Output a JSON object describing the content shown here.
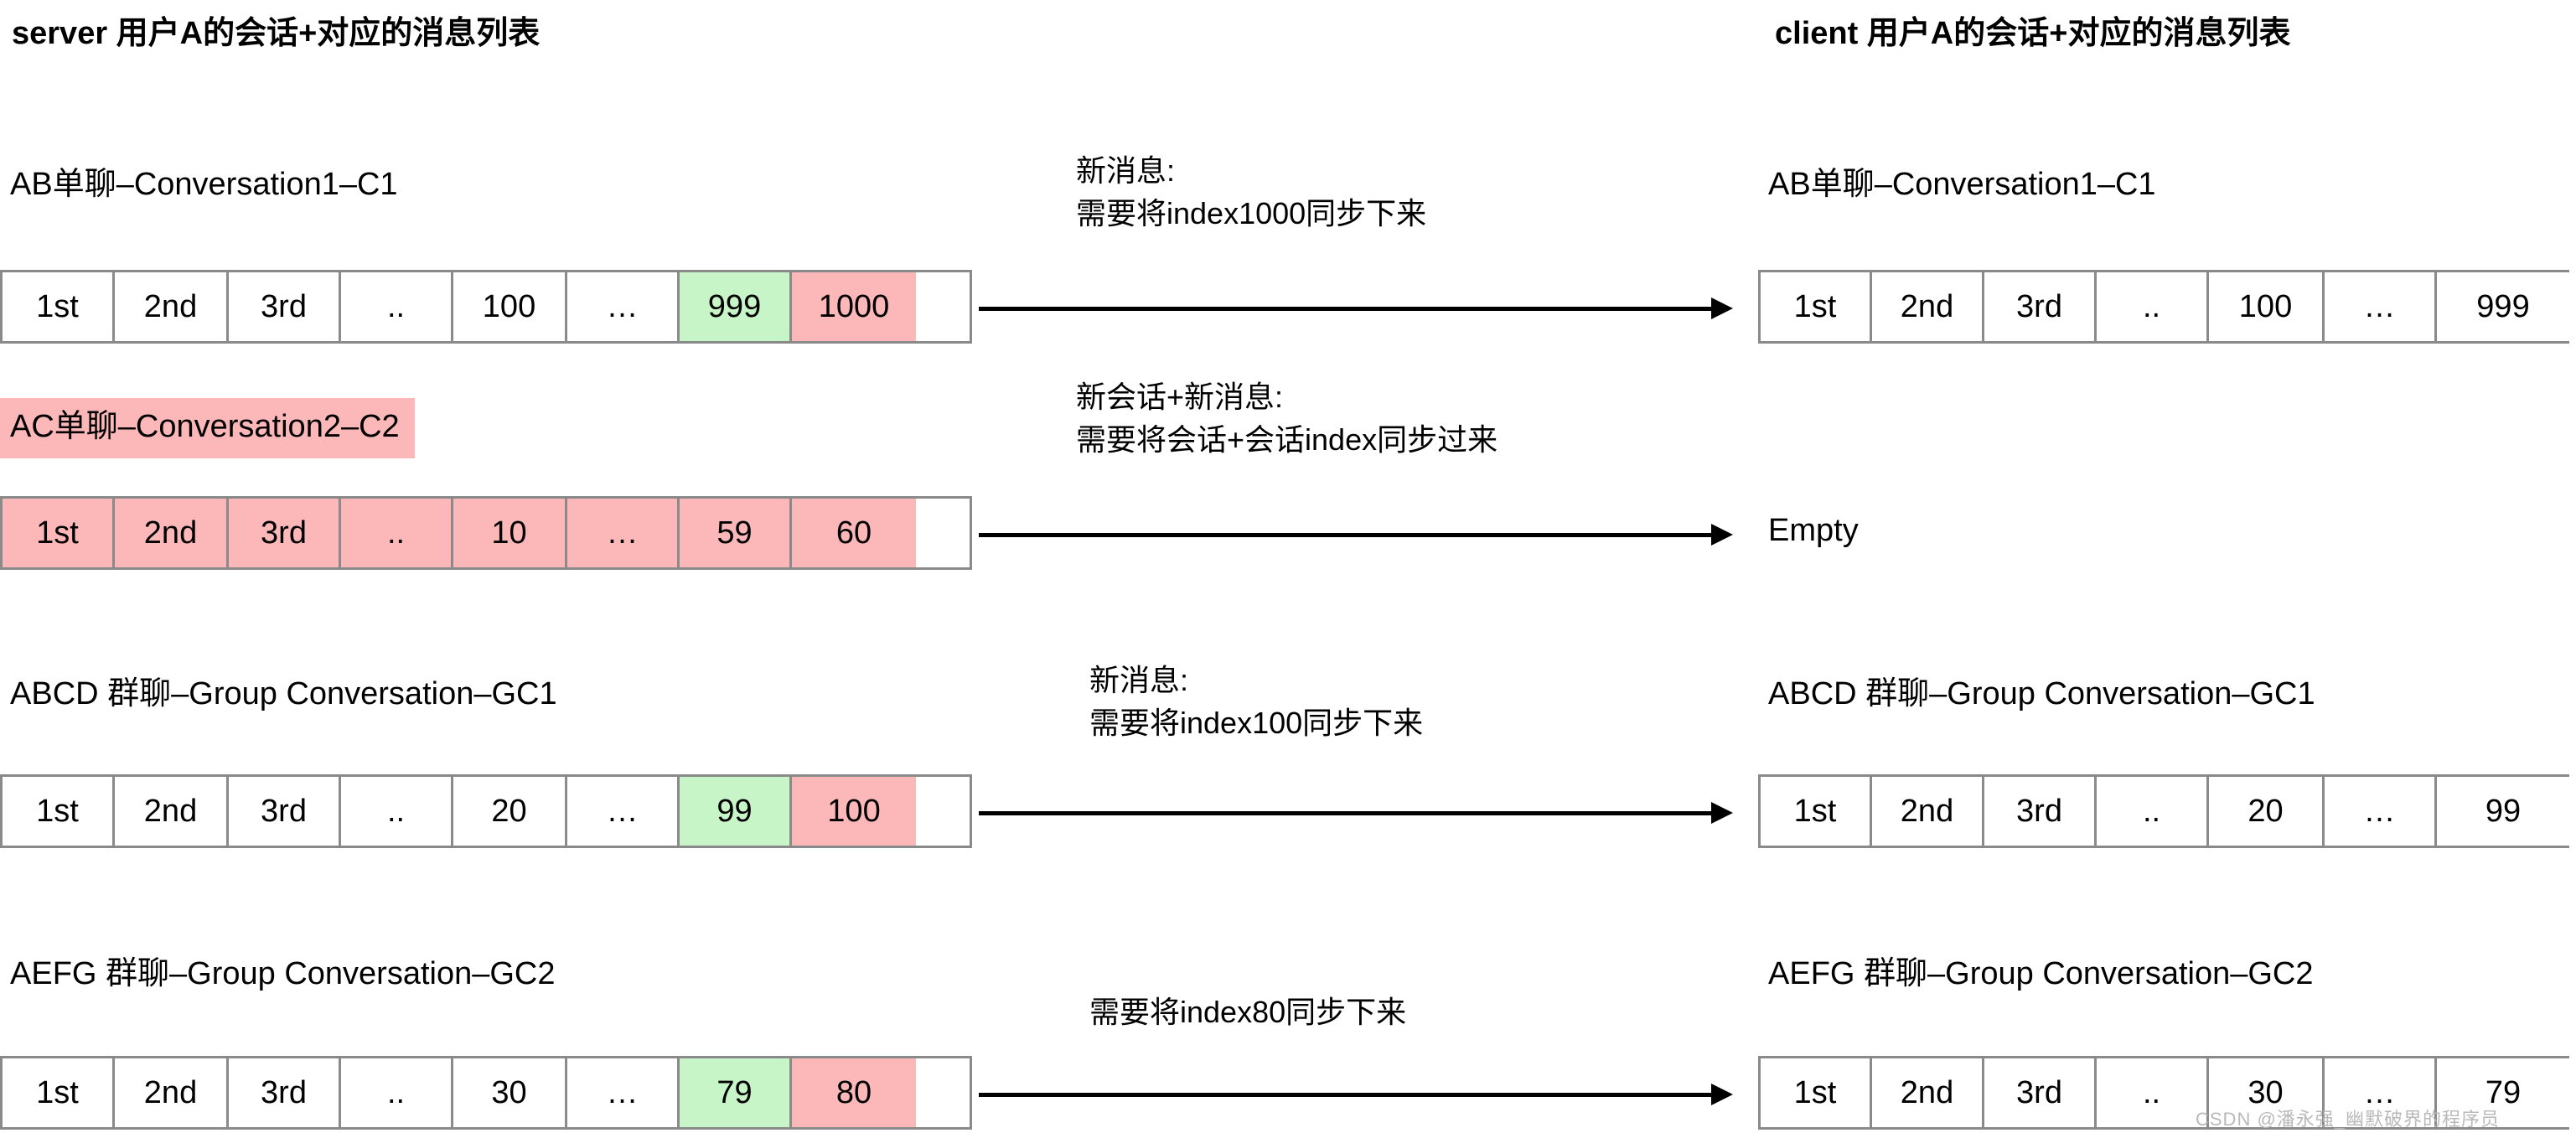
{
  "headers": {
    "left": "server 用户A的会话+对应的消息列表",
    "right": "client 用户A的会话+对应的消息列表"
  },
  "rows": [
    {
      "server": {
        "title": "AB单聊–Conversation1–C1",
        "title_highlighted": false,
        "cells": [
          {
            "text": "1st",
            "fill": "white"
          },
          {
            "text": "2nd",
            "fill": "white"
          },
          {
            "text": "3rd",
            "fill": "white"
          },
          {
            "text": "..",
            "fill": "white"
          },
          {
            "text": "100",
            "fill": "white"
          },
          {
            "text": "…",
            "fill": "white"
          },
          {
            "text": "999",
            "fill": "green"
          },
          {
            "text": "1000",
            "fill": "pink"
          }
        ]
      },
      "note": "新消息:\n需要将index1000同步下来",
      "client": {
        "type": "table",
        "title": "AB单聊–Conversation1–C1",
        "cells": [
          {
            "text": "1st",
            "fill": "white"
          },
          {
            "text": "2nd",
            "fill": "white"
          },
          {
            "text": "3rd",
            "fill": "white"
          },
          {
            "text": "..",
            "fill": "white"
          },
          {
            "text": "100",
            "fill": "white"
          },
          {
            "text": "…",
            "fill": "white"
          },
          {
            "text": "999",
            "fill": "white"
          }
        ]
      }
    },
    {
      "server": {
        "title": "AC单聊–Conversation2–C2",
        "title_highlighted": true,
        "cells": [
          {
            "text": "1st",
            "fill": "pink"
          },
          {
            "text": "2nd",
            "fill": "pink"
          },
          {
            "text": "3rd",
            "fill": "pink"
          },
          {
            "text": "..",
            "fill": "pink"
          },
          {
            "text": "10",
            "fill": "pink"
          },
          {
            "text": "…",
            "fill": "pink"
          },
          {
            "text": "59",
            "fill": "pink"
          },
          {
            "text": "60",
            "fill": "pink"
          }
        ]
      },
      "note": "新会话+新消息:\n需要将会话+会话index同步过来",
      "client": {
        "type": "empty",
        "title": "",
        "empty_label": "Empty",
        "cells": []
      }
    },
    {
      "server": {
        "title": "ABCD 群聊–Group Conversation–GC1",
        "title_highlighted": false,
        "cells": [
          {
            "text": "1st",
            "fill": "white"
          },
          {
            "text": "2nd",
            "fill": "white"
          },
          {
            "text": "3rd",
            "fill": "white"
          },
          {
            "text": "..",
            "fill": "white"
          },
          {
            "text": "20",
            "fill": "white"
          },
          {
            "text": "…",
            "fill": "white"
          },
          {
            "text": "99",
            "fill": "green"
          },
          {
            "text": "100",
            "fill": "pink"
          }
        ]
      },
      "note": "新消息:\n需要将index100同步下来",
      "client": {
        "type": "table",
        "title": "ABCD 群聊–Group Conversation–GC1",
        "cells": [
          {
            "text": "1st",
            "fill": "white"
          },
          {
            "text": "2nd",
            "fill": "white"
          },
          {
            "text": "3rd",
            "fill": "white"
          },
          {
            "text": "..",
            "fill": "white"
          },
          {
            "text": "20",
            "fill": "white"
          },
          {
            "text": "…",
            "fill": "white"
          },
          {
            "text": "99",
            "fill": "white"
          }
        ]
      }
    },
    {
      "server": {
        "title": "AEFG 群聊–Group Conversation–GC2",
        "title_highlighted": false,
        "cells": [
          {
            "text": "1st",
            "fill": "white"
          },
          {
            "text": "2nd",
            "fill": "white"
          },
          {
            "text": "3rd",
            "fill": "white"
          },
          {
            "text": "..",
            "fill": "white"
          },
          {
            "text": "30",
            "fill": "white"
          },
          {
            "text": "…",
            "fill": "white"
          },
          {
            "text": "79",
            "fill": "green"
          },
          {
            "text": "80",
            "fill": "pink"
          }
        ]
      },
      "note": "需要将index80同步下来",
      "client": {
        "type": "table",
        "title": "AEFG 群聊–Group Conversation–GC2",
        "cells": [
          {
            "text": "1st",
            "fill": "white"
          },
          {
            "text": "2nd",
            "fill": "white"
          },
          {
            "text": "3rd",
            "fill": "white"
          },
          {
            "text": "..",
            "fill": "white"
          },
          {
            "text": "30",
            "fill": "white"
          },
          {
            "text": "…",
            "fill": "white"
          },
          {
            "text": "79",
            "fill": "white"
          }
        ]
      }
    }
  ],
  "colors": {
    "highlight_new": "#fcb8b8",
    "highlight_synced": "#c8f5c8",
    "border": "#8a8a8a"
  },
  "watermark": "CSDN @潘永强_幽默破界的程序员"
}
